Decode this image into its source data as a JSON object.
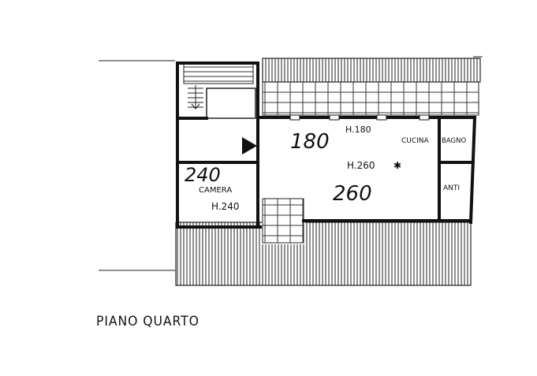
{
  "floor_title": "PIANO QUARTO",
  "rooms": {
    "kitchen": "CUCINA",
    "bathroom": "BAGNO",
    "ante": "ANTI",
    "bedroom": "CAMERA"
  },
  "heights": {
    "kitchen_printed": "H.180",
    "kitchen_handwritten": "180",
    "main_printed": "H.260",
    "main_handwritten": "260",
    "bedroom_printed": "H.240",
    "bedroom_handwritten": "240"
  }
}
